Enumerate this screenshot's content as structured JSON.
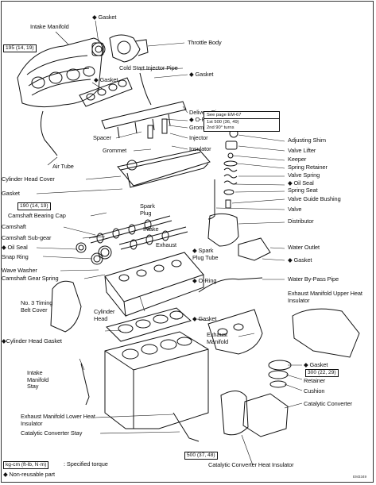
{
  "labels": {
    "intake_manifold": "Intake Manifold",
    "gasket_top": "◆ Gasket",
    "throttle_body": "Throttle Body",
    "cold_start_injector_pipe": "Cold Start Injector Pipe",
    "gasket_csi": "◆ Gasket",
    "gasket_im": "◆ Gasket",
    "delivery_pipe": "Delivery Pipe",
    "o_ring_1": "◆ O-Ring",
    "grommet_1": "Grommet",
    "injector": "Injector",
    "spacer": "Spacer",
    "insulator": "Insulator",
    "grommet_2": "Grommet",
    "air_tube": "Air Tube",
    "cylinder_head_cover": "Cylinder Head Cover",
    "gasket_chc": "Gasket",
    "camshaft_bearing_cap": "Camshaft Bearing Cap",
    "spark_plug_1": "Spark Plug",
    "camshaft": "Camshaft",
    "intake": "Intake",
    "camshaft_sub_gear": "Camshaft Sub-gear",
    "exhaust": "Exhaust",
    "oil_seal_1": "◆ Oil Seal",
    "snap_ring": "Snap Ring",
    "wave_washer": "Wave Washer",
    "camshaft_gear_spring": "Camshaft Gear Spring",
    "spark_plug_tube": "◆ Spark Plug Tube",
    "o_ring_2": "◆ O-Ring",
    "timing_belt_cover": "No. 3 Timing Belt Cover",
    "cylinder_head": "Cylinder Head",
    "gasket_lower": "◆ Gasket",
    "cylinder_head_gasket": "◆Cylinder Head Gasket",
    "adjusting_shim": "Adjusting Shim",
    "valve_lifter": "Valve Lifter",
    "keeper": "Keeper",
    "spring_retainer": "Spring Retainer",
    "valve_spring": "Valve Spring",
    "oil_seal_2": "◆ Oil Seal",
    "spring_seat": "Spring Seat",
    "valve_guide_bushing": "Valve Guide Bushing",
    "valve": "Valve",
    "distributor": "Distributor",
    "water_outlet": "Water Outlet",
    "gasket_wo": "◆ Gasket",
    "water_bypass_pipe": "Water By-Pass Pipe",
    "exhaust_manifold_upper_heat_insulator": "Exhaust Manifold Upper Heat Insulator",
    "exhaust_manifold": "Exhaust Manifold",
    "gasket_em": "◆ Gasket",
    "retainer": "Retainer",
    "cushion": "Cushion",
    "catalytic_converter": "Catalytic Converter",
    "intake_manifold_stay": "Intake Manifold Stay",
    "exhaust_manifold_lower_heat_insulator": "Exhaust Manifold Lower Heat Insulator",
    "catalytic_converter_stay": "Catalytic Converter Stay",
    "catalytic_converter_heat_insulator": "Catalytic Converter Heat Insulator"
  },
  "torques": {
    "t195": "195 (14, 19)",
    "t190": "190 (14, 19)",
    "t500a": "1st 500 (36, 49)",
    "t500a_2": "2nd 90° turns",
    "see_page": "See page EM-67",
    "t300": "300 (22, 29)",
    "t500b": "500 (37, 48)"
  },
  "legend": {
    "unit_box": "kg-cm (ft-lb, N·m)",
    "unit_text": ": Specified torque",
    "nonreusable": "◆ Non-reusable part"
  },
  "figure_code": "EM3349"
}
